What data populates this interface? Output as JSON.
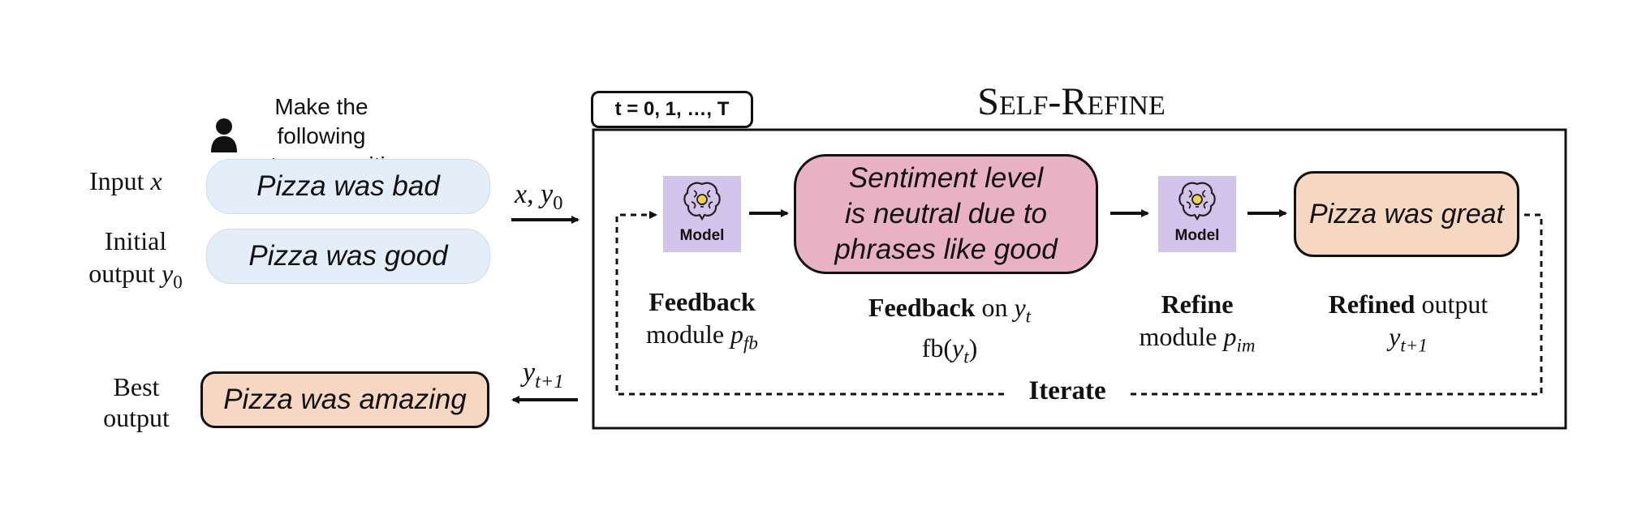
{
  "instruction": {
    "line1": "Make the following",
    "line2": "sentence positive"
  },
  "input": {
    "label": "Input",
    "var": "x",
    "text": "Pizza was bad"
  },
  "initial": {
    "label_line1": "Initial",
    "label_line2": "output",
    "var": "y",
    "sub": "0",
    "text": "Pizza was good"
  },
  "best": {
    "label_line1": "Best",
    "label_line2": "output",
    "text": "Pizza was amazing"
  },
  "arrow_in": {
    "var1": "x",
    "sep": ", ",
    "var2": "y",
    "sub": "0"
  },
  "arrow_out": {
    "var": "y",
    "sub": "t+1"
  },
  "loop": {
    "tag": "t = 0, 1, …, T",
    "title": "Self-Refine",
    "iterate": "Iterate"
  },
  "model_label": "Model",
  "feedback_box": {
    "line1": "Sentiment level",
    "line2": "is neutral due to",
    "line3": "phrases like good"
  },
  "refined_box": {
    "text": "Pizza was great"
  },
  "captions": {
    "feedback_module": {
      "bold": "Feedback",
      "line2": "module",
      "var": "p",
      "sub": "fb"
    },
    "feedback_on": {
      "bold": "Feedback",
      "mid": "on",
      "var": "y",
      "sub": "t",
      "line2_pre": "fb(",
      "line2_var": "y",
      "line2_sub": "t",
      "line2_post": ")"
    },
    "refine_module": {
      "bold": "Refine",
      "line2": "module",
      "var": "p",
      "sub": "im"
    },
    "refined_output": {
      "bold": "Refined",
      "rest": "output",
      "var": "y",
      "sub": "t+1"
    }
  },
  "colors": {
    "input_fill": "#e4eef9",
    "feedback_fill": "#e8b2c4",
    "output_fill": "#f6d8c2",
    "model_fill": "#d3c4ec",
    "stroke": "#111111"
  }
}
